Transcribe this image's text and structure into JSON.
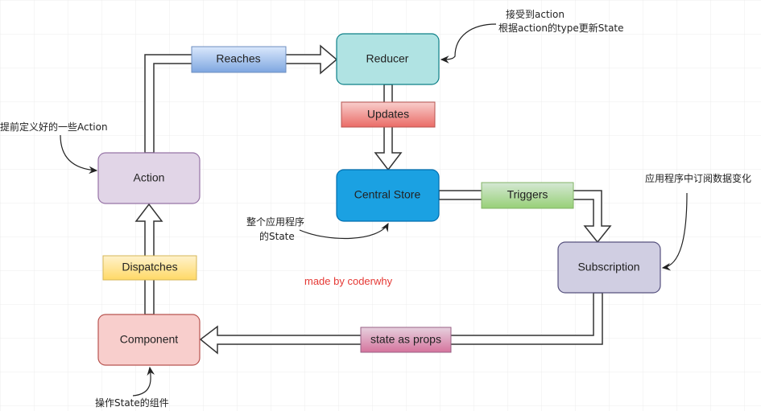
{
  "nodes": {
    "reducer": {
      "label": "Reducer",
      "fill": "#b0e3e3",
      "stroke": "#0e8088"
    },
    "action": {
      "label": "Action",
      "fill": "#e1d5e7",
      "stroke": "#9673a6"
    },
    "central_store": {
      "label": "Central Store",
      "fill": "#1ba1e2",
      "stroke": "#006eaf",
      "text_color": "#ffffff"
    },
    "subscription": {
      "label": "Subscription",
      "fill": "#d0cee2",
      "stroke": "#56517e"
    },
    "component": {
      "label": "Component",
      "fill": "#f8cecc",
      "stroke": "#b85450"
    }
  },
  "edges": {
    "reaches": {
      "label": "Reaches",
      "from": "Action",
      "to": "Reducer",
      "color_top": "#dae8fc",
      "color_bottom": "#7ea6e0"
    },
    "updates": {
      "label": "Updates",
      "from": "Reducer",
      "to": "Central Store",
      "color_top": "#f8cecc",
      "color_bottom": "#ea6b66"
    },
    "triggers": {
      "label": "Triggers",
      "from": "Central Store",
      "to": "Subscription",
      "color_top": "#d5e8d4",
      "color_bottom": "#97d077"
    },
    "state_as_props": {
      "label": "state as props",
      "from": "Subscription",
      "to": "Component",
      "color_top": "#e6d0de",
      "color_bottom": "#d5739d"
    },
    "dispatches": {
      "label": "Dispatches",
      "from": "Component",
      "to": "Action",
      "color_top": "#fff2cc",
      "color_bottom": "#ffd966"
    }
  },
  "annotations": {
    "reducer_line1": "接受到action",
    "reducer_line2": "根据action的type更新State",
    "action_note": "提前定义好的一些Action",
    "subscription_note": "应用程序中订阅数据变化",
    "store_line1": "整个应用程序",
    "store_line2": "的State",
    "component_note": "操作State的组件"
  },
  "watermark": {
    "text": "made by coderwhy",
    "color": "#e53935"
  }
}
